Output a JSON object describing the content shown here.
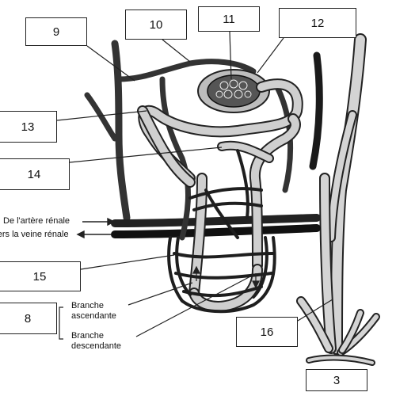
{
  "labels": {
    "n9": "9",
    "n10": "10",
    "n11": "11",
    "n12": "12",
    "n13": "13",
    "n14": "14",
    "n15": "15",
    "n8": "8",
    "n16": "16",
    "n3": "3"
  },
  "annotations": {
    "artery_in": "De l'artère rénale",
    "vein_out": "Vers la veine rénale",
    "ascending_1": "Branche",
    "ascending_2": "ascendante",
    "descending_1": "Branche",
    "descending_2": "descendante"
  },
  "colors": {
    "artery": "#3a3a3a",
    "vein": "#1a1a1a",
    "tubule": "#c8c8c8",
    "outline": "#222222"
  }
}
